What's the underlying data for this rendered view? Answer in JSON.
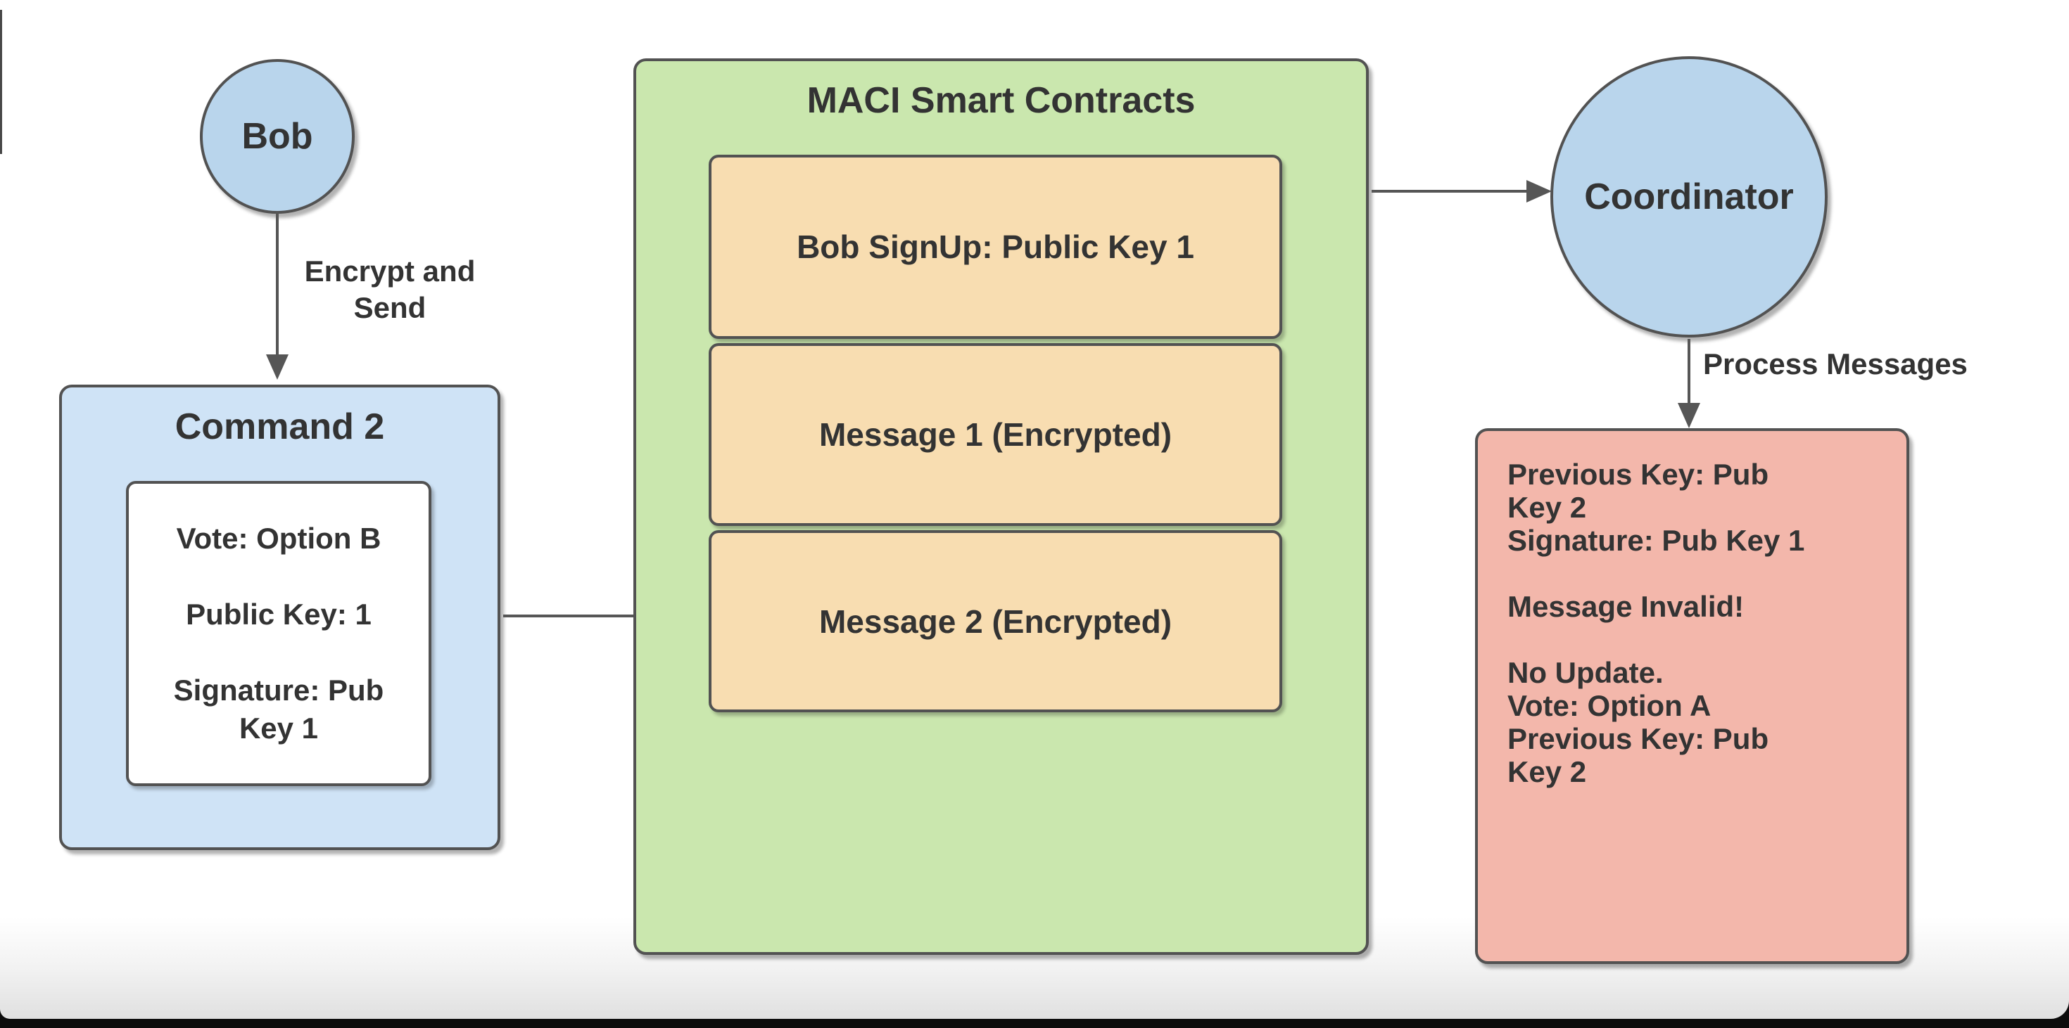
{
  "palette": {
    "node_blue": "#b9d5ec",
    "container_blue": "#cfe3f6",
    "container_green": "#cae7ae",
    "entry_orange": "#f8ddb1",
    "result_salmon": "#f3b7ab",
    "stroke_gray": "#525252",
    "arrow_gray": "#565656",
    "text_dark": "#333333",
    "page_background": "#ffffff",
    "bottom_bar_black": "#0c0c0c"
  },
  "nodes": {
    "bob": {
      "label": "Bob"
    },
    "coordinator": {
      "label": "Coordinator"
    },
    "command": {
      "title": "Command 2",
      "body": "Vote: Option B\n\nPublic Key: 1\n\nSignature: Pub\nKey 1"
    },
    "contracts": {
      "title": "MACI Smart Contracts",
      "entries": [
        {
          "label": "Bob SignUp: Public Key 1"
        },
        {
          "label": "Message 1 (Encrypted)"
        },
        {
          "label": "Message 2 (Encrypted)"
        }
      ]
    },
    "result": {
      "body": "Previous Key: Pub\nKey 2\nSignature: Pub Key 1\n\nMessage Invalid!\n\nNo Update.\nVote: Option A\nPrevious Key: Pub\nKey 2"
    }
  },
  "edges": {
    "bob_to_command": {
      "label": "Encrypt and\nSend"
    },
    "coordinator_to_result": {
      "label": "Process Messages"
    }
  }
}
